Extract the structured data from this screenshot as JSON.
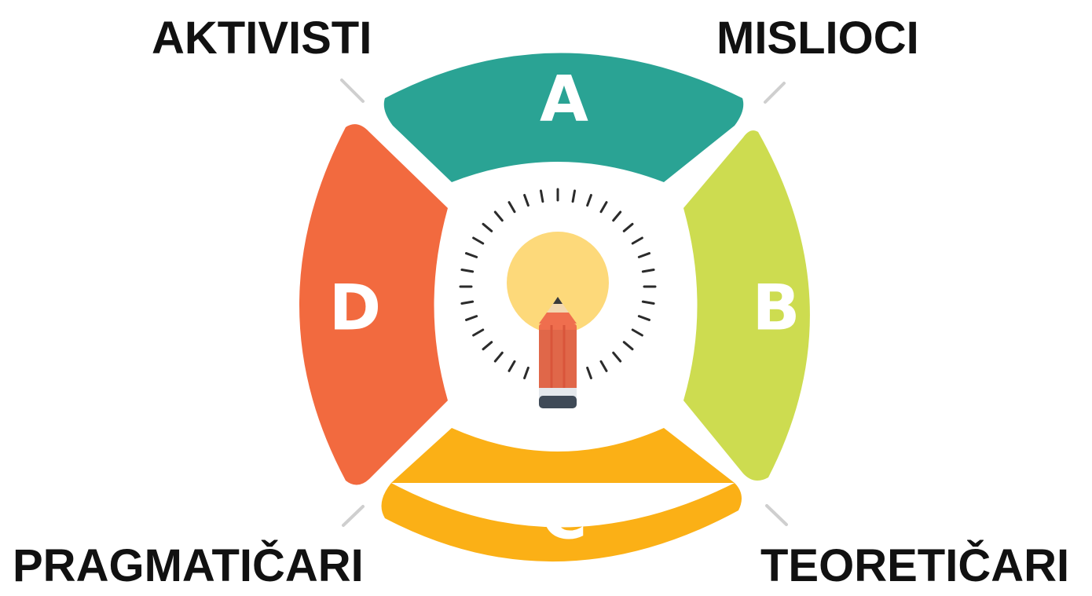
{
  "diagram": {
    "labels": {
      "top_left": "AKTIVISTI",
      "top_right": "MISLIOCI",
      "bottom_left": "PRAGMATIČARI",
      "bottom_right": "TEORETIČARI"
    },
    "segments": [
      {
        "id": "top",
        "letter": "A",
        "color": "#2aa394"
      },
      {
        "id": "right",
        "letter": "B",
        "color": "#cddc50"
      },
      {
        "id": "bottom",
        "letter": "C",
        "color": "#fbb016"
      },
      {
        "id": "left",
        "letter": "D",
        "color": "#f26a3f"
      }
    ],
    "center": {
      "icon": "pencil-lightbulb-icon",
      "bulb_color": "#fdd97a",
      "pencil_color": "#ef6e4e"
    }
  }
}
